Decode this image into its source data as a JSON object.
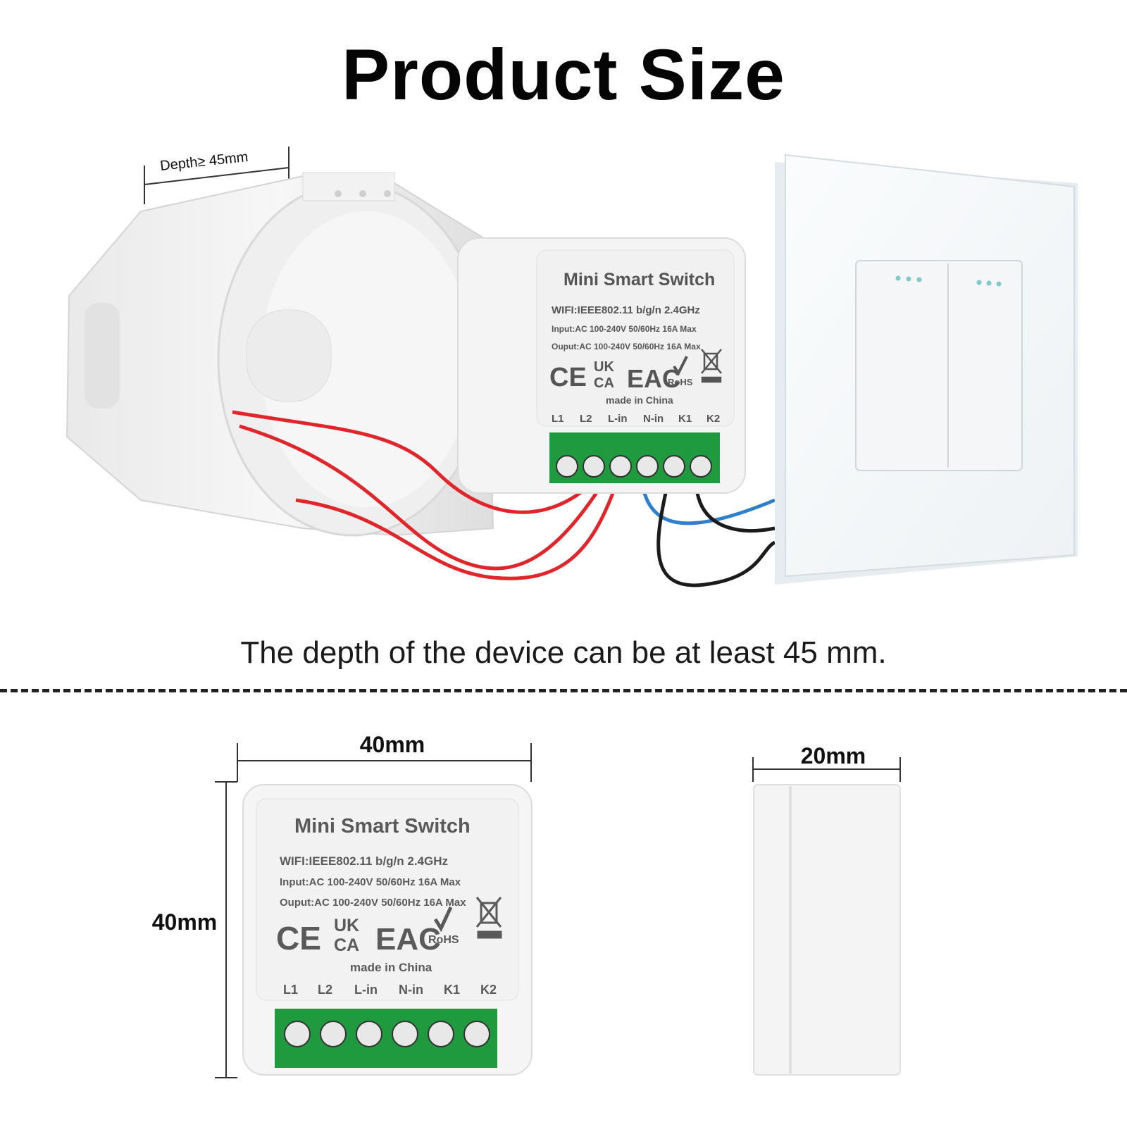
{
  "title": "Product Size",
  "caption": "The depth of the device can be at least 45 mm.",
  "depth_label": "Depth≥ 45mm",
  "device": {
    "name": "Mini Smart Switch",
    "wifi": "WIFI:IEEE802.11 b/g/n 2.4GHz",
    "input": "Input:AC 100-240V 50/60Hz 16A Max",
    "output": "Ouput:AC 100-240V 50/60Hz 16A Max",
    "mark_ce": "CE",
    "mark_uk": "UK",
    "mark_ca": "CA",
    "mark_eac": "EAC",
    "mark_rohs": "RoHS",
    "made_in": "made in China",
    "terminals": [
      "L1",
      "L2",
      "L-in",
      "N-in",
      "K1",
      "K2"
    ]
  },
  "dimensions": {
    "width": "40mm",
    "height": "40mm",
    "depth": "20mm"
  },
  "colors": {
    "terminal_green": "#1f9a3e",
    "wire_red": "#e0262a",
    "wire_blue": "#2f7fcf",
    "wire_black": "#1b1b1b"
  }
}
